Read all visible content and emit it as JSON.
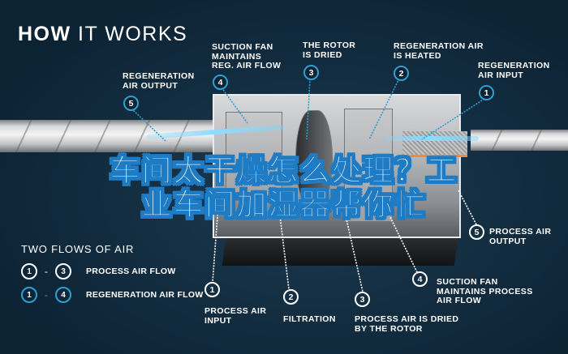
{
  "header": {
    "title_bold": "HOW",
    "title_rest": " IT WORKS"
  },
  "banner": {
    "line1": "车间太干燥怎么处理？工",
    "line2": "业车间加湿器帮你忙",
    "fill_color": "#ffffff",
    "stroke_color": "#1f7cc4"
  },
  "regeneration_steps": [
    {
      "num": "1",
      "label": "REGENERATION\nAIR INPUT"
    },
    {
      "num": "2",
      "label": "REGENERATION AIR\nIS HEATED"
    },
    {
      "num": "3",
      "label": "THE ROTOR\nIS DRIED"
    },
    {
      "num": "4",
      "label": "SUCTION FAN\nMAINTAINS\nREG. AIR FLOW"
    },
    {
      "num": "5",
      "label": "REGENERATION\nAIR OUTPUT"
    }
  ],
  "process_steps": [
    {
      "num": "1",
      "label": "PROCESS AIR\nINPUT"
    },
    {
      "num": "2",
      "label": "FILTRATION"
    },
    {
      "num": "3",
      "label": "PROCESS AIR IS DRIED\nBY THE ROTOR"
    },
    {
      "num": "4",
      "label": "SUCTION FAN\nMAINTAINS PROCESS\nAIR FLOW"
    },
    {
      "num": "5",
      "label": "PROCESS AIR\nOUTPUT"
    }
  ],
  "legend": {
    "title": "TWO FLOWS OF AIR",
    "rows": [
      {
        "from": "1",
        "dash": "-",
        "to": "3",
        "label": "PROCESS AIR FLOW",
        "color": "#ffffff"
      },
      {
        "from": "1",
        "dash": "-",
        "to": "4",
        "label": "REGENERATION AIR FLOW",
        "color": "#2f9fd0"
      }
    ]
  },
  "colors": {
    "background": "#0c2334",
    "regeneration_accent": "#2f9fd0",
    "process_accent": "#ffffff",
    "heater": "#f08a3c"
  }
}
